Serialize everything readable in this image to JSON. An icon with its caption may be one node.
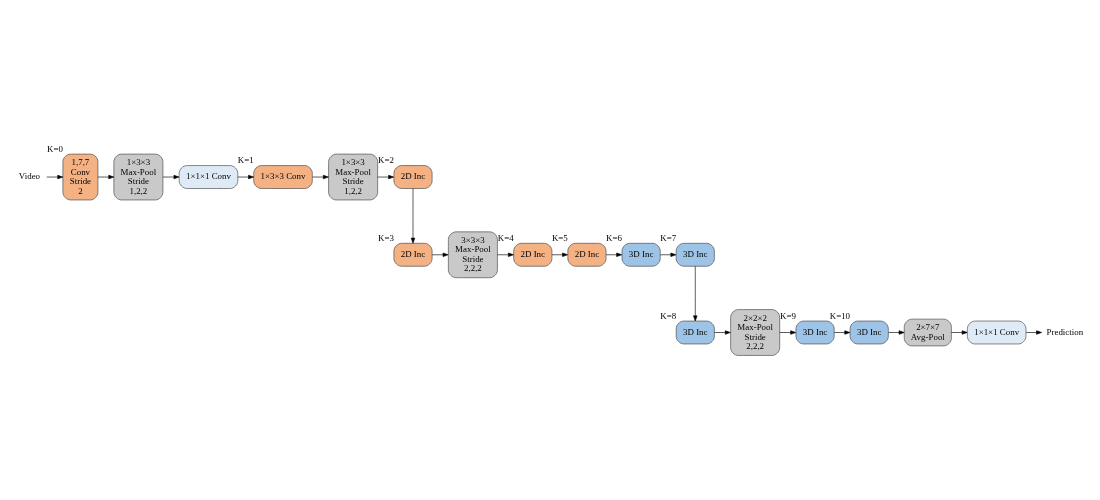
{
  "diagram": {
    "nodes": [
      {
        "text": [
          "Video"
        ]
      },
      {
        "text": [
          "1,7,7 Conv Stride 2"
        ],
        "beside": [
          "K=0"
        ]
      },
      {
        "text": [
          "1×3×3 Max-Pool Stride 1,2,2"
        ]
      },
      {
        "text": [
          "1×1×1 Conv"
        ]
      },
      {
        "text": [
          "1×3×3 Conv"
        ],
        "beside": [
          "K=1"
        ]
      },
      {
        "text": [
          "1×3×3 Max-Pool Stride 1,2,2"
        ]
      },
      {
        "text": [
          "2D Inc"
        ],
        "beside": [
          "K=2"
        ]
      },
      {
        "text": [
          "2D Inc"
        ],
        "beside": [
          "K=3"
        ]
      },
      {
        "text": [
          "3×3×3 Max-Pool Stride 2,2,2"
        ]
      },
      {
        "text": [
          "2D Inc"
        ],
        "beside": [
          "K=4"
        ]
      },
      {
        "text": [
          "2D Inc"
        ],
        "beside": [
          "K=5"
        ]
      },
      {
        "text": [
          "3D Inc"
        ],
        "beside": [
          "K=6"
        ]
      },
      {
        "text": [
          "3D Inc"
        ],
        "beside": [
          "K=7"
        ]
      },
      {
        "text": [
          "3D Inc"
        ],
        "beside": [
          "K=8"
        ]
      },
      {
        "text": [
          "2×2×2 Max-Pool Stride 2,2,2"
        ]
      },
      {
        "text": [
          "3D Inc"
        ],
        "beside": [
          "K=9"
        ]
      },
      {
        "text": [
          "3D Inc"
        ],
        "beside": [
          "K=10"
        ]
      },
      {
        "text": [
          "2×7×7 Avg-Pool"
        ]
      },
      {
        "text": [
          "1×1×1 Conv"
        ]
      },
      {
        "text": [
          "Prediction"
        ]
      }
    ],
    "edges": [
      {
        "from": 0,
        "to": 1,
        "arrow": "to"
      },
      {
        "from": 1,
        "to": 2,
        "arrow": "to"
      },
      {
        "from": 2,
        "to": 3,
        "arrow": "to"
      },
      {
        "from": 3,
        "to": 4,
        "arrow": "to"
      },
      {
        "from": 4,
        "to": 5,
        "arrow": "to"
      },
      {
        "from": 5,
        "to": 6,
        "arrow": "to"
      },
      {
        "from": 6,
        "to": 7,
        "arrow": "to"
      },
      {
        "from": 7,
        "to": 8,
        "arrow": "to"
      },
      {
        "from": 8,
        "to": 9,
        "arrow": "to"
      },
      {
        "from": 9,
        "to": 10,
        "arrow": "to"
      },
      {
        "from": 10,
        "to": 11,
        "arrow": "to"
      },
      {
        "from": 11,
        "to": 12,
        "arrow": "to"
      },
      {
        "from": 12,
        "to": 13,
        "arrow": "to"
      },
      {
        "from": 13,
        "to": 14,
        "arrow": "to"
      },
      {
        "from": 14,
        "to": 15,
        "arrow": "to"
      },
      {
        "from": 15,
        "to": 16,
        "arrow": "to"
      },
      {
        "from": 16,
        "to": 17,
        "arrow": "to"
      },
      {
        "from": 17,
        "to": 18,
        "arrow": "to"
      },
      {
        "from": 18,
        "to": 19,
        "arrow": "to"
      }
    ]
  }
}
